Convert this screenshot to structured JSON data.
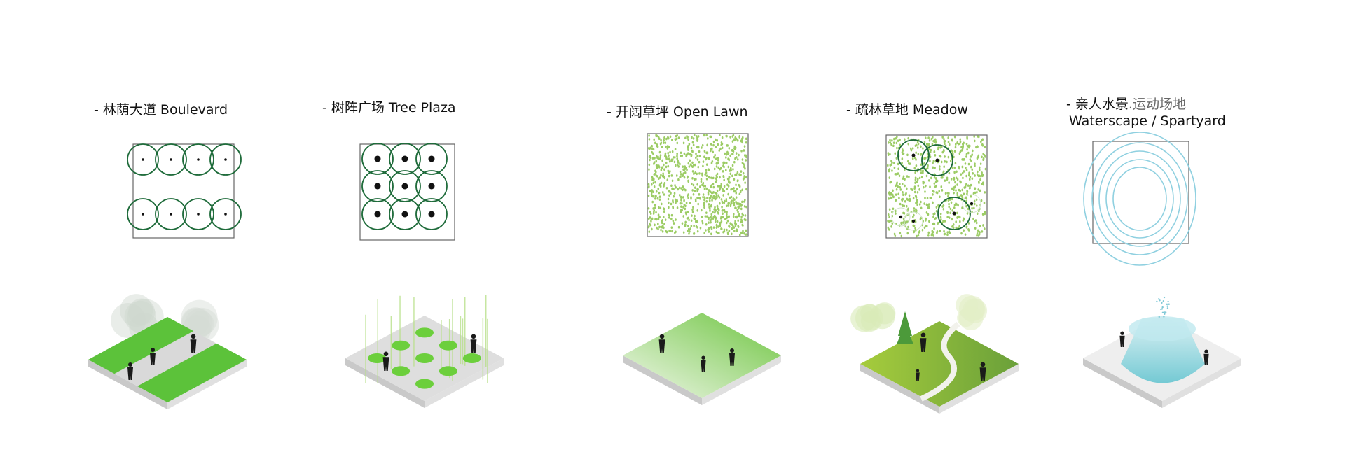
{
  "panels": [
    {
      "id": "boulevard",
      "label": "- 林荫大道 Boulevard"
    },
    {
      "id": "tree-plaza",
      "label": "- 树阵广场 Tree Plaza"
    },
    {
      "id": "open-lawn",
      "label": "- 开阔草坪 Open Lawn"
    },
    {
      "id": "meadow",
      "label": "- 疏林草地 Meadow"
    },
    {
      "id": "waterscape",
      "label_cn": "- 亲人水景",
      "label_cn_gray": ".运动场地",
      "label_en": "Waterscape / Spartyard"
    }
  ],
  "colors": {
    "tree_ring": "#1e6b3a",
    "grass_dot": "#9ccc65",
    "water_ring": "#8fd0e0",
    "green": "#5cc23a",
    "pavement": "#d9d9d9",
    "edge": "#c4c4c4"
  }
}
